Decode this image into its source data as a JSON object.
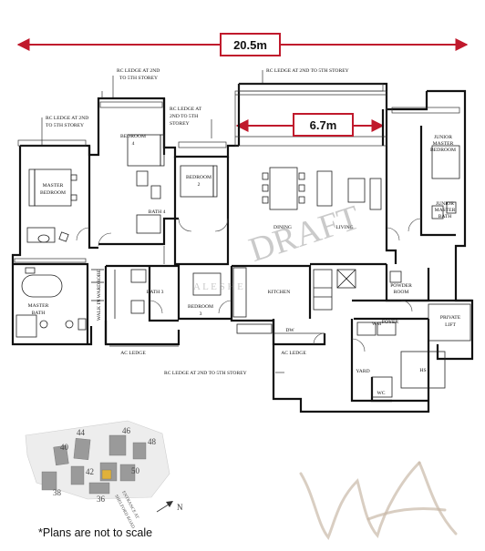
{
  "dimensions": {
    "overall_width": "20.5m",
    "living_width": "6.7m",
    "accent_color": "#c0192c"
  },
  "ledge_labels": {
    "ledge_top_center": [
      "RC LEDGE AT 2ND",
      "TO 5TH STOREY"
    ],
    "ledge_top_right": "RC LEDGE AT 2ND TO 5TH STOREY",
    "ledge_mid": [
      "RC LEDGE AT",
      "2ND TO 5TH",
      "STOREY"
    ],
    "ledge_left": [
      "RC LEDGE AT 2ND",
      "TO 5TH STOREY"
    ],
    "ledge_bottom": "RC LEDGE AT 2ND TO 5TH STOREY",
    "ac_ledge_left": "AC LEDGE",
    "ac_ledge_right": "AC LEDGE"
  },
  "rooms": {
    "master_bedroom": [
      "MASTER",
      "BEDROOM"
    ],
    "master_bath": [
      "MASTER",
      "BATH"
    ],
    "walk_in_wardrobe": "WALK IN WARDROBE",
    "bedroom4": [
      "BEDROOM",
      "4"
    ],
    "bath4": "BATH 4",
    "bedroom2": [
      "BEDROOM",
      "2"
    ],
    "bath3": "BATH 3",
    "bedroom3": [
      "BEDROOM",
      "3"
    ],
    "dining": "DINING",
    "living": "LIVING",
    "kitchen": "KITCHEN",
    "junior_master_bedroom": [
      "JUNIOR",
      "MASTER",
      "BEDROOM"
    ],
    "junior_master_bath": [
      "JUNIOR",
      "MASTER",
      "BATH"
    ],
    "powder_room": [
      "POWDER",
      "ROOM"
    ],
    "foyer": "FOYER",
    "private_lift": [
      "PRIVATE",
      "LIFT"
    ],
    "yard": "YARD",
    "wc": "WC",
    "hs": "HS",
    "dw": "DW",
    "wm": "WM"
  },
  "watermark": {
    "text": "DRAFT",
    "subtext": "A  L  E     S  H  E"
  },
  "site_plan": {
    "block_numbers": [
      "44",
      "46",
      "48",
      "40",
      "42",
      "50",
      "38",
      "36"
    ],
    "entrance_label": [
      "ENTRANCE AT",
      "SHELFORD ROAD"
    ],
    "north_label": "N"
  },
  "footnote": "*Plans are not to scale"
}
